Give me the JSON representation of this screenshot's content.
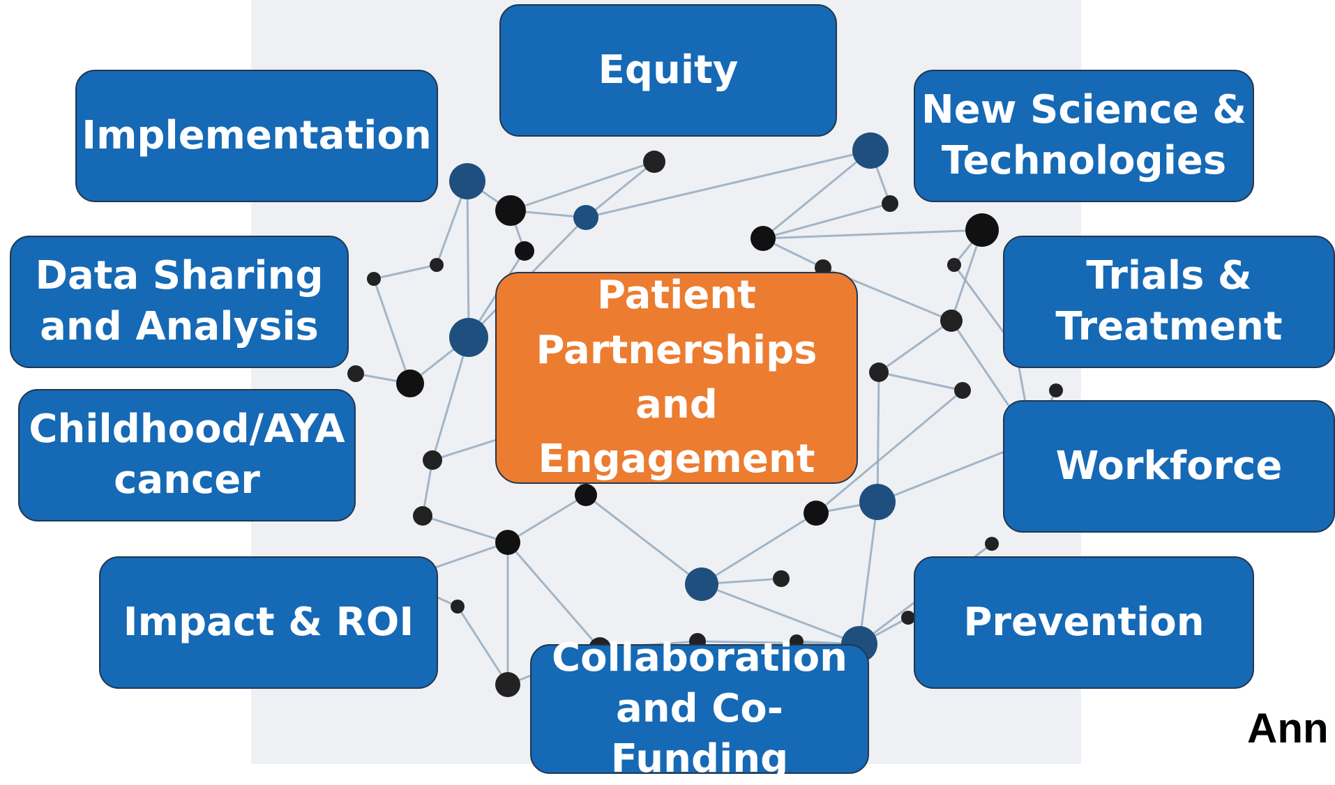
{
  "colors": {
    "box_fill": "#1569b5",
    "center_fill": "#ec7c30",
    "border": "#23364f",
    "text": "#ffffff",
    "network_background": "#eef0f3"
  },
  "center": {
    "label": "Patient\nPartnerships and\nEngagement"
  },
  "topics": {
    "equity": "Equity",
    "implementation": "Implementation",
    "new_science": "New Science &\nTechnologies",
    "data_sharing": "Data Sharing\nand Analysis",
    "trials": "Trials &\nTreatment",
    "childhood": "Childhood/AYA\ncancer",
    "workforce": "Workforce",
    "impact": "Impact & ROI",
    "prevention": "Prevention",
    "collaboration": "Collaboration\nand Co-Funding"
  },
  "footer": {
    "text": "Ann"
  },
  "background_image": {
    "icon": "network-graph-icon"
  }
}
